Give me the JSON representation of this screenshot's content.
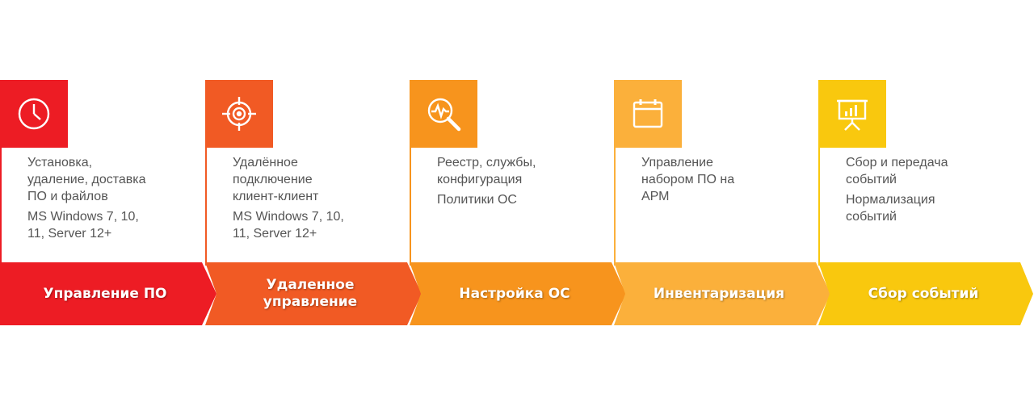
{
  "steps": [
    {
      "icon": "clock-icon",
      "color": "#ed1c24",
      "desc": [
        "Установка,\nудаление, доставка\nПО и файлов",
        "MS Windows 7, 10,\n11, Server 12+"
      ],
      "label": "Управление ПО"
    },
    {
      "icon": "target-icon",
      "color": "#f15a24",
      "desc": [
        "Удалённое\nподключение\nклиент-клиент",
        "MS Windows 7, 10,\n11, Server 12+"
      ],
      "label": "Удаленное\nуправление"
    },
    {
      "icon": "magnifier-pulse-icon",
      "color": "#f7941d",
      "desc": [
        "Реестр, службы,\nконфигурация",
        "Политики ОС"
      ],
      "label": "Настройка ОС"
    },
    {
      "icon": "calendar-icon",
      "color": "#fbb03b",
      "desc": [
        "Управление\nнабором ПО на\nАРМ"
      ],
      "label": "Инвентаризация"
    },
    {
      "icon": "presentation-icon",
      "color": "#f9c80e",
      "desc": [
        "Сбор и передача\nсобытий",
        "Нормализация\nсобытий"
      ],
      "label": "Сбор событий"
    }
  ]
}
